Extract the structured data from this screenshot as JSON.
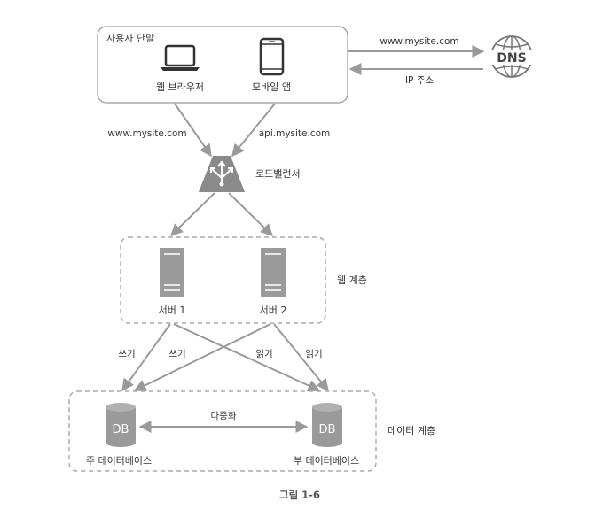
{
  "client": {
    "title": "사용자 단말",
    "browser_label": "웹 브라우저",
    "mobile_label": "모바일 앱"
  },
  "dns": {
    "label": "DNS",
    "request_label": "www.mysite.com",
    "response_label": "IP 주소"
  },
  "links": {
    "web_domain": "www.mysite.com",
    "api_domain": "api.mysite.com"
  },
  "load_balancer": {
    "label": "로드밸런서"
  },
  "web_tier": {
    "label": "웹 계층",
    "servers": [
      "서버 1",
      "서버 2"
    ]
  },
  "edges": {
    "write_1": "쓰기",
    "write_2": "쓰기",
    "read_1": "읽기",
    "read_2": "읽기"
  },
  "data_tier": {
    "label": "데이터 계층",
    "replication_label": "다중화",
    "master": {
      "icon_text": "DB",
      "label": "주 데이터베이스"
    },
    "slave": {
      "icon_text": "DB",
      "label": "부 데이터베이스"
    }
  },
  "caption": "그림 1-6",
  "colors": {
    "icon_gray": "#888888",
    "box_border": "#999999",
    "dashed_border": "#aaaaaa",
    "arrow": "#999999",
    "text": "#333333"
  }
}
